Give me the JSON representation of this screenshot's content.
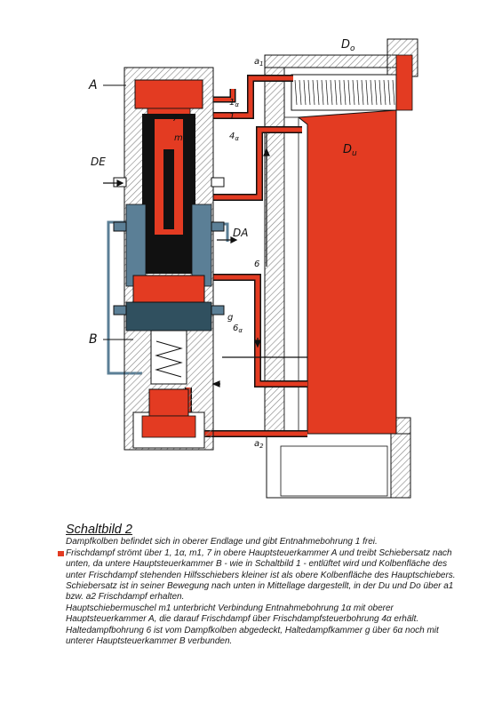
{
  "colors": {
    "steam_red": "#e33b22",
    "steel_blue": "#5b7f96",
    "dark_blue": "#30505f",
    "black": "#111111",
    "hatch_grey": "#8a8a8a"
  },
  "labels": {
    "A": "A",
    "B": "B",
    "DE": "DE",
    "DA": "DA",
    "Do": "D",
    "Do_sub": "o",
    "Du": "D",
    "Du_sub": "u",
    "a1": "a",
    "a1_sub": "1",
    "a2": "a",
    "a2_sub": "2",
    "n1a": "1",
    "n1a_sub": "α",
    "n1": "1",
    "n7": "7",
    "m1": "m",
    "m1_sub": "1",
    "n4a": "4",
    "n4a_sub": "α",
    "n6": "6",
    "g": "g",
    "n6a": "6",
    "n6a_sub": "α"
  },
  "caption": {
    "title": "Schaltbild 2",
    "lines": [
      "Dampfkolben befindet sich in oberer Endlage und gibt Entnahmebohrung 1 frei.",
      "Frischdampf strömt über 1, 1α, m1, 7 in obere Hauptsteuerkammer A und treibt Schiebersatz nach unten, da untere Hauptsteuerkammer B - wie in Schaltbild 1 - entlüftet wird und Kolbenfläche des unter Frischdampf stehenden Hilfsschiebers kleiner ist als obere Kolbenfläche des Hauptschiebers.",
      "Schiebersatz ist in seiner Bewegung nach unten in Mittellage dargestellt, in der Du und Do über a1 bzw. a2 Frischdampf erhalten.",
      "Hauptschiebermuschel m1 unterbricht Verbindung Entnahmebohrung 1α mit oberer Hauptsteuerkammer A, die darauf Frischdampf über Frischdampfsteuerbohrung 4α erhält. Haltedampfbohrung 6 ist vom Dampfkolben abgedeckt, Haltedampfkammer g über 6α noch mit unterer Hauptsteuerkammer B verbunden."
    ]
  }
}
